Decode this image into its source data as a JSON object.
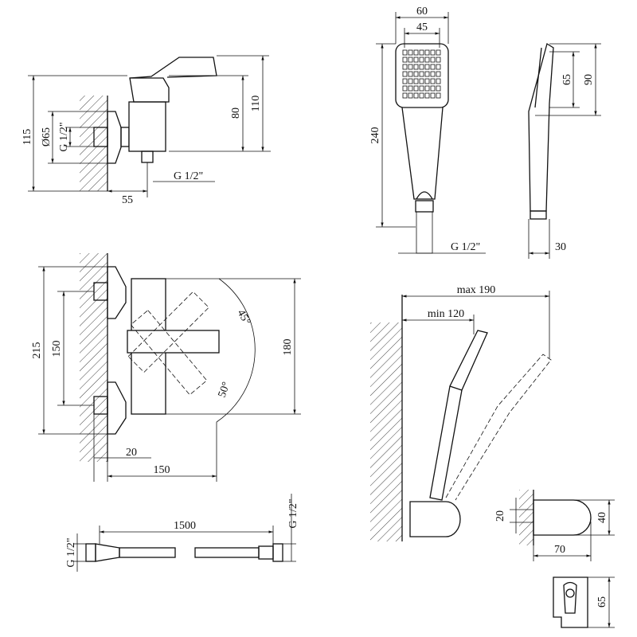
{
  "views": {
    "mixer_side": {
      "height_total": "115",
      "flange_diameter": "Ø65",
      "inlet_thread": "G 1/2\"",
      "body_height": "80",
      "handle_height": "110",
      "outlet_offset": "55",
      "outlet_thread": "G 1/2\""
    },
    "hand_shower_front": {
      "head_width": "60",
      "spray_width": "45",
      "length": "240",
      "thread": "G 1/2\""
    },
    "hand_shower_side": {
      "head_inner": "65",
      "head_outer": "90",
      "depth": "30"
    },
    "mixer_front": {
      "total_height": "215",
      "inlet_spacing": "150",
      "body_height": "180",
      "angle_up": "45°",
      "angle_down": "50°",
      "wall_offset": "20",
      "projection": "150"
    },
    "hose": {
      "length": "1500",
      "thread_left": "G 1/2\"",
      "thread_right": "G 1/2\""
    },
    "shower_holder_install": {
      "max_reach": "max 190",
      "min_reach": "min 120"
    },
    "holder_side": {
      "pin_spacing": "20",
      "height": "40",
      "projection": "70"
    },
    "holder_front": {
      "height": "65"
    }
  }
}
